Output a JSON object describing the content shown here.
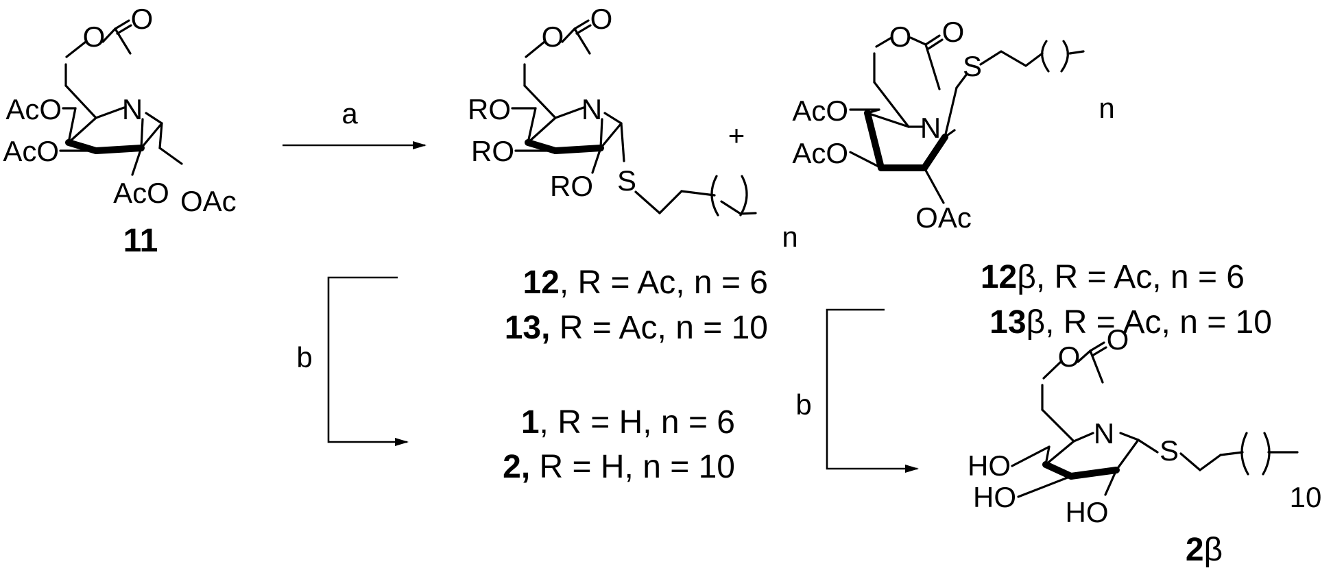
{
  "colors": {
    "ink": "#000000",
    "background": "#ffffff"
  },
  "reagents": {
    "a": "a",
    "b_left": "b",
    "b_right": "b"
  },
  "plus": "+",
  "compound11": {
    "atoms": {
      "O_ring": "O",
      "O_carbonyl": "O",
      "N": "N",
      "AcO_4": "AcO",
      "AcO_3": "AcO",
      "AcO_2": "AcO",
      "OAc_1": "OAc"
    },
    "number": "11"
  },
  "alpha_product": {
    "atoms": {
      "O_ring": "O",
      "O_carbonyl": "O",
      "N": "N",
      "RO_4": "RO",
      "RO_3": "RO",
      "RO_2": "RO",
      "S": "S",
      "n": "n"
    }
  },
  "beta_product": {
    "atoms": {
      "O_ring": "O",
      "O_carbonyl": "O",
      "N": "N",
      "AcO_4": "AcO",
      "AcO_3": "AcO",
      "OAc_2": "OAc",
      "S": "S",
      "n": "n"
    }
  },
  "final_beta": {
    "atoms": {
      "O_ring": "O",
      "O_carbonyl": "O",
      "N": "N",
      "HO_4": "HO",
      "HO_3": "HO",
      "HO_2": "HO",
      "S": "S",
      "chain_count": "10"
    },
    "number": "2",
    "anomer": "β"
  },
  "labels": {
    "c12": {
      "num": "12",
      "rest": ", R = Ac, n = 6"
    },
    "c13": {
      "num": "13,",
      "rest": " R = Ac, n = 10"
    },
    "c1": {
      "num": "1",
      "rest": ", R = H, n = 6"
    },
    "c2": {
      "num": "2,",
      "rest": " R = H, n = 10"
    },
    "c12b": {
      "num": "12",
      "greek": "β",
      "rest": ", R = Ac, n = 6"
    },
    "c13b": {
      "num": "13",
      "greek": "β,",
      "rest": " R = Ac, n = 10"
    }
  }
}
